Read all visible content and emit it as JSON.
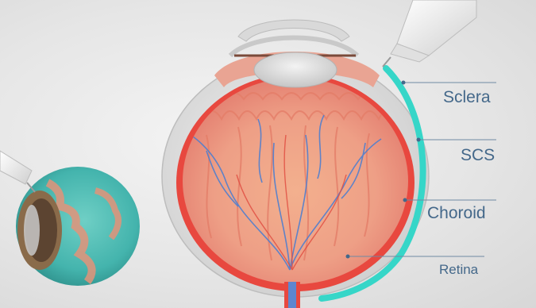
{
  "labels": {
    "sclera": "Sclera",
    "scs": "SCS",
    "choroid": "Choroid",
    "retina": "Retina"
  },
  "colors": {
    "label_text": "#44688a",
    "leader_line": "#6f8aa3",
    "sclera": "#dcdcdc",
    "scs_space": "#36d6c8",
    "choroid": "#e8483f",
    "retina": "#f29a85",
    "vessels": "#4f7fcf",
    "background": "#e6e6e6"
  },
  "icons": [
    "syringe-needle-icon",
    "eyeball-icon"
  ]
}
